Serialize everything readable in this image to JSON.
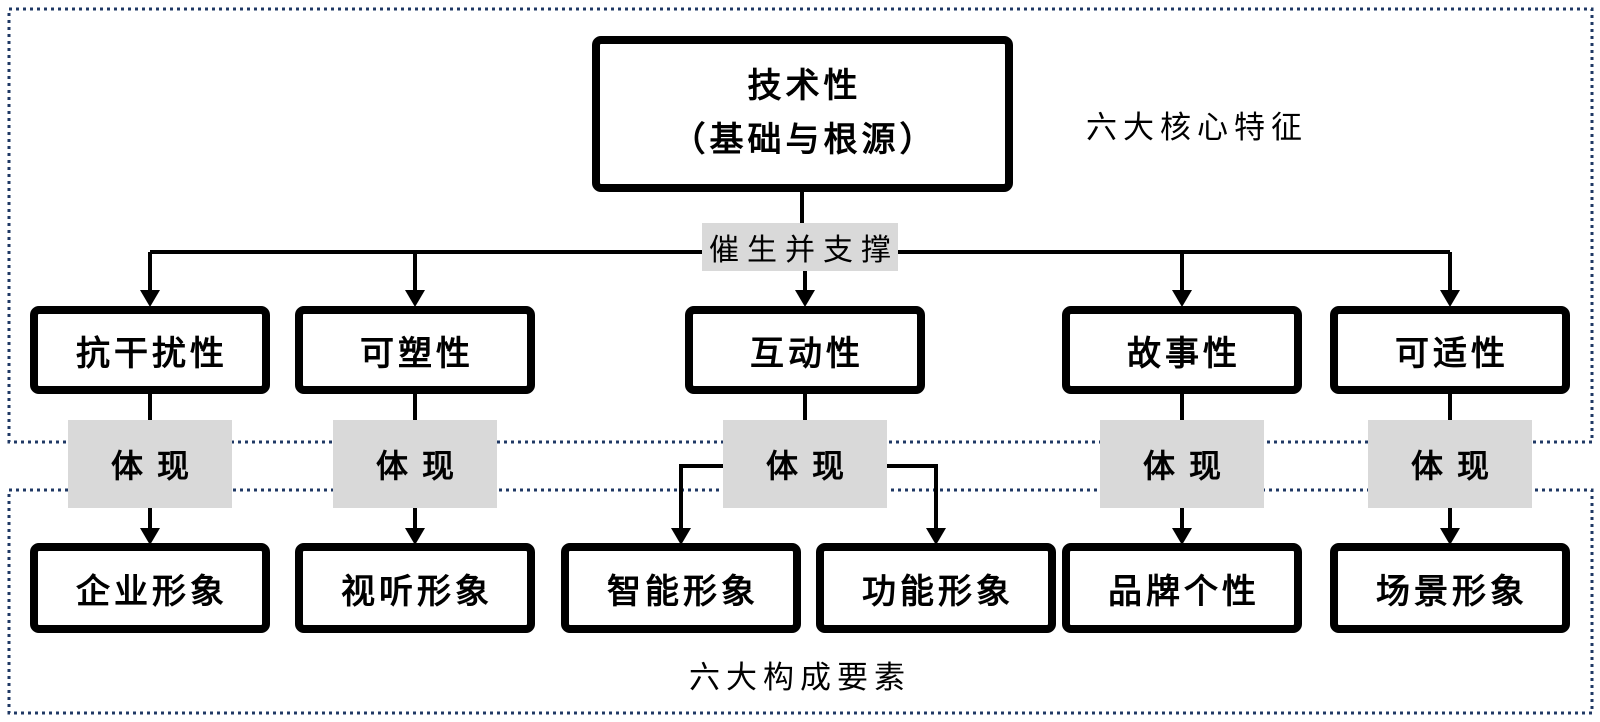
{
  "diagram": {
    "root": {
      "line1": "技术性",
      "line2": "（基础与根源）"
    },
    "top_region_label": "六大核心特征",
    "connector_label": "催生并支撑",
    "embody_label": "体现",
    "features": [
      "抗干扰性",
      "可塑性",
      "互动性",
      "故事性",
      "可适性"
    ],
    "elements": [
      "企业形象",
      "视听形象",
      "智能形象",
      "功能形象",
      "品牌个性",
      "场景形象"
    ],
    "bottom_region_label": "六大构成要素",
    "colors": {
      "line": "#000000",
      "box_border": "#000000",
      "box_background": "#ffffff",
      "label_background": "#d9d9d9",
      "dotted_border": "#1f3864"
    }
  }
}
